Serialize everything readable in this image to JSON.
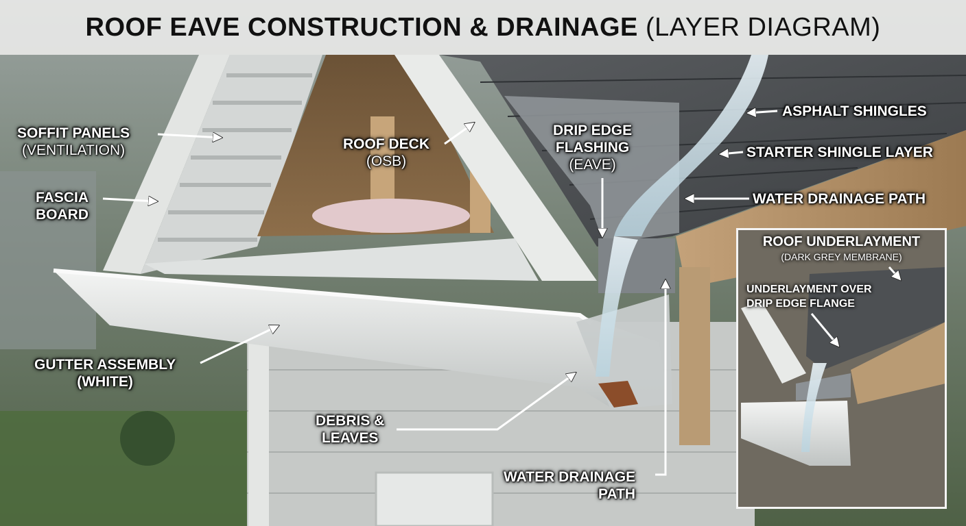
{
  "title": {
    "main": "ROOF EAVE CONSTRUCTION & DRAINAGE",
    "sub": "(LAYER DIAGRAM)"
  },
  "labels": {
    "soffit": {
      "line1": "SOFFIT PANELS",
      "line2": "(VENTILATION)"
    },
    "fascia": {
      "line1": "FASCIA",
      "line2": "BOARD"
    },
    "roof_deck": {
      "line1": "ROOF DECK",
      "line2": "(OSB)"
    },
    "drip_edge": {
      "line1": "DRIP EDGE",
      "line2": "FLASHING",
      "line3": "(EAVE)"
    },
    "asphalt": "ASPHALT SHINGLES",
    "starter": "STARTER SHINGLE LAYER",
    "drainage_top": "WATER DRAINAGE PATH",
    "gutter": {
      "line1": "GUTTER ASSEMBLY",
      "line2": "(WHITE)"
    },
    "debris": {
      "line1": "DEBRIS &",
      "line2": "LEAVES"
    },
    "drainage_bottom": {
      "line1": "WATER DRAINAGE",
      "line2": "PATH"
    }
  },
  "inset": {
    "title": "ROOF UNDERLAYMENT",
    "subtitle": "(DARK GREY MEMBRANE)",
    "label": {
      "line1": "UNDERLAYMENT OVER",
      "line2": "DRIP EDGE FLANGE"
    }
  },
  "colors": {
    "shingle": "#4a4d50",
    "siding": "#c9cbc9",
    "fascia_white": "#eceeec",
    "wood": "#b89468",
    "flashing": "#8f9498",
    "background_green": "#6f7a72"
  }
}
